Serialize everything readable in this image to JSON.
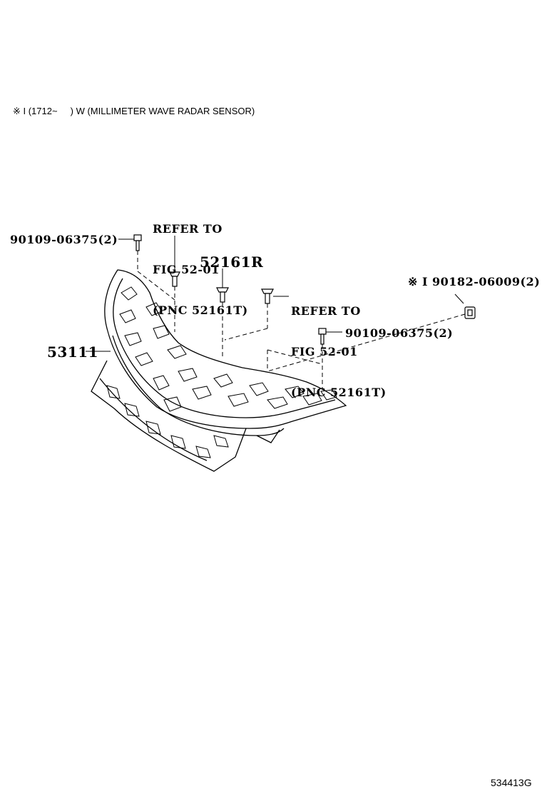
{
  "header_note": "※ I (1712~     ) W (MILLIMETER WAVE RADAR SENSOR)",
  "labels": {
    "bolt_left": "90109-06375(2)",
    "refer_top_line1": "REFER TO",
    "refer_top_line2": "FIG 52-01",
    "refer_top_line3": "(PNC 52161T)",
    "part_52161R": "52161R",
    "refer_right_line1": "REFER TO",
    "refer_right_line2": "FIG 52-01",
    "refer_right_line3": "(PNC 52161T)",
    "nut_right": "※ I 90182-06009(2)",
    "bolt_right": "90109-06375(2)",
    "part_53111": "53111"
  },
  "figure_code": "534413G"
}
